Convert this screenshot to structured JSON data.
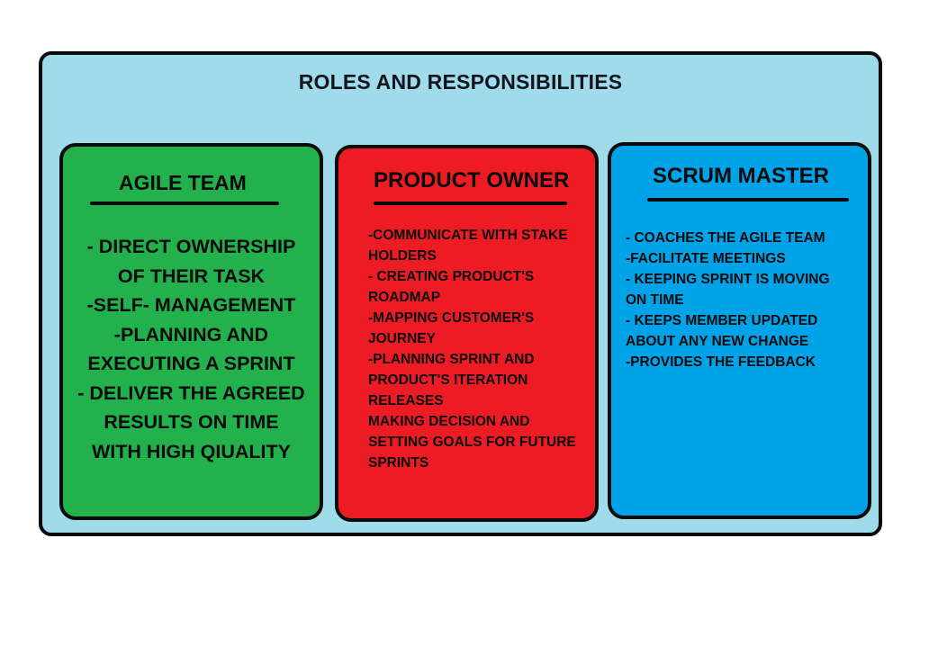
{
  "title": "ROLES AND RESPONSIBILITIES",
  "colors": {
    "outer_panel": "#9fdbe9",
    "agile_team": "#22b14c",
    "product_owner": "#ed1c24",
    "scrum_master": "#00a2e8",
    "border": "#0a0a0a"
  },
  "cards": {
    "agile_team": {
      "heading": "AGILE TEAM",
      "lines": [
        "- DIRECT OWNERSHIP",
        "OF THEIR TASK",
        "-SELF- MANAGEMENT",
        "-PLANNING AND",
        "EXECUTING A SPRINT",
        "- DELIVER THE AGREED",
        "RESULTS ON  TIME",
        "WITH HIGH QIUALITY"
      ]
    },
    "product_owner": {
      "heading": "PRODUCT OWNER",
      "lines": [
        "-COMMUNICATE WITH STAKE",
        "HOLDERS",
        "- CREATING PRODUCT'S",
        "ROADMAP",
        "-MAPPING CUSTOMER'S",
        "JOURNEY",
        "-PLANNING SPRINT AND",
        "PRODUCT'S ITERATION",
        "RELEASES",
        "MAKING DECISION AND",
        "SETTING GOALS FOR FUTURE",
        "SPRINTS"
      ]
    },
    "scrum_master": {
      "heading": "SCRUM MASTER",
      "lines": [
        "- COACHES THE AGILE TEAM",
        "-FACILITATE MEETINGS",
        "- KEEPING SPRINT IS MOVING",
        "ON TIME",
        "- KEEPS MEMBER UPDATED",
        "ABOUT ANY NEW CHANGE",
        "-PROVIDES THE FEEDBACK"
      ]
    }
  }
}
